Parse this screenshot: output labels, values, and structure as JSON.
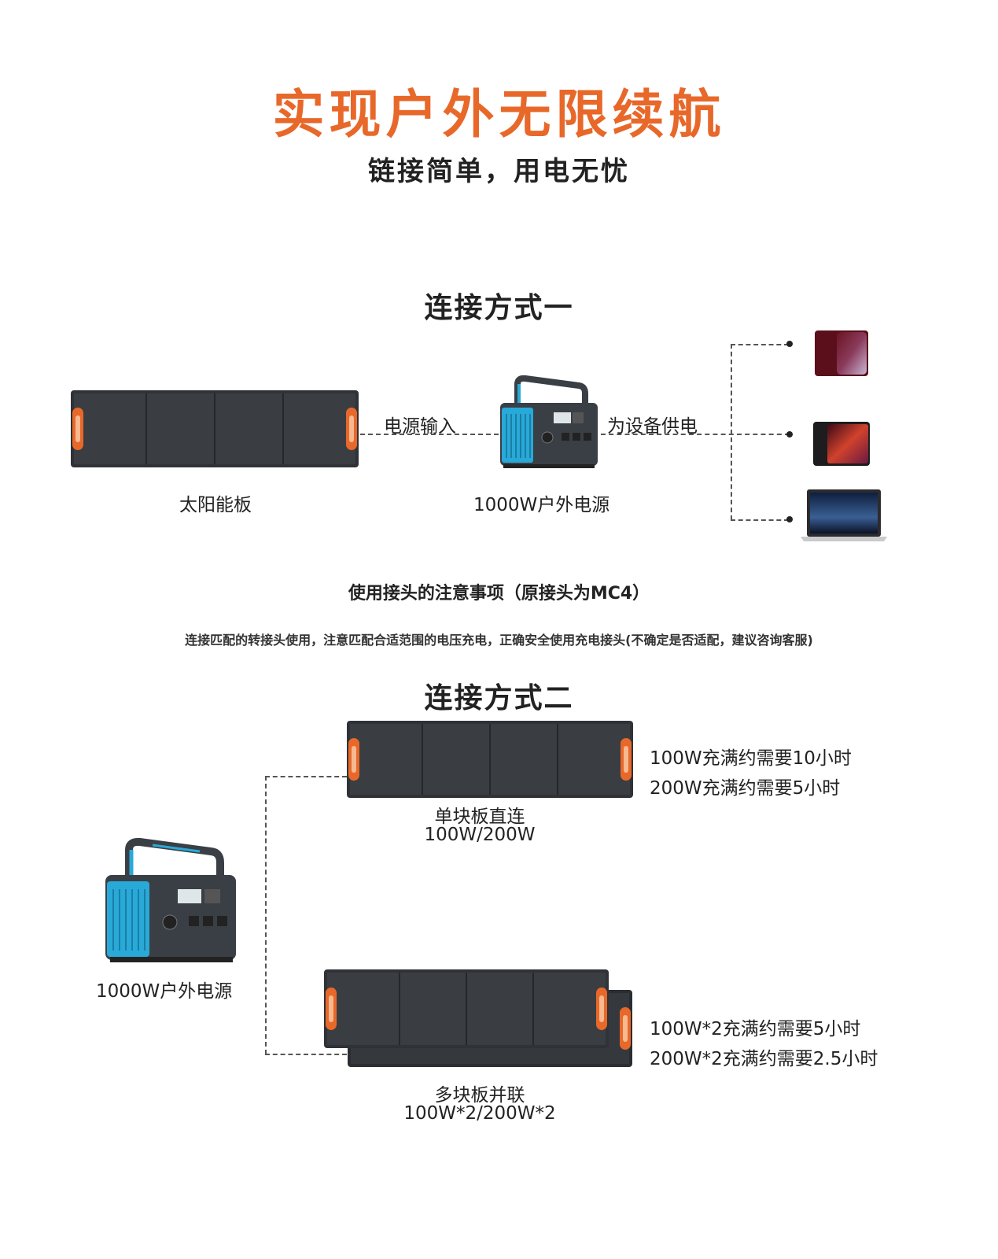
{
  "header": {
    "title": "实现户外无限续航",
    "subtitle": "链接简单，用电无忧"
  },
  "method1": {
    "heading": "连接方式一",
    "solar_label": "太阳能板",
    "input_label": "电源输入",
    "station_label": "1000W户外电源",
    "output_label": "为设备供电"
  },
  "notice": {
    "heading": "使用接头的注意事项（原接头为MC4）",
    "body": "连接匹配的转接头使用，注意匹配合适范围的电压充电，正确安全使用充电接头(不确定是否适配，建议咨询客服)"
  },
  "method2": {
    "heading": "连接方式二",
    "station_label": "1000W户外电源",
    "single": {
      "name": "单块板直连",
      "power": "100W/200W",
      "time_100": "100W充满约需要10小时",
      "time_200": "200W充满约需要5小时"
    },
    "multi": {
      "name": "多块板并联",
      "power": "100W*2/200W*2",
      "time_100": "100W*2充满约需要5小时",
      "time_200": "200W*2充满约需要2.5小时"
    }
  },
  "colors": {
    "accent": "#e8682a",
    "panel": "#2f3236",
    "station_blue": "#29a9d8"
  }
}
